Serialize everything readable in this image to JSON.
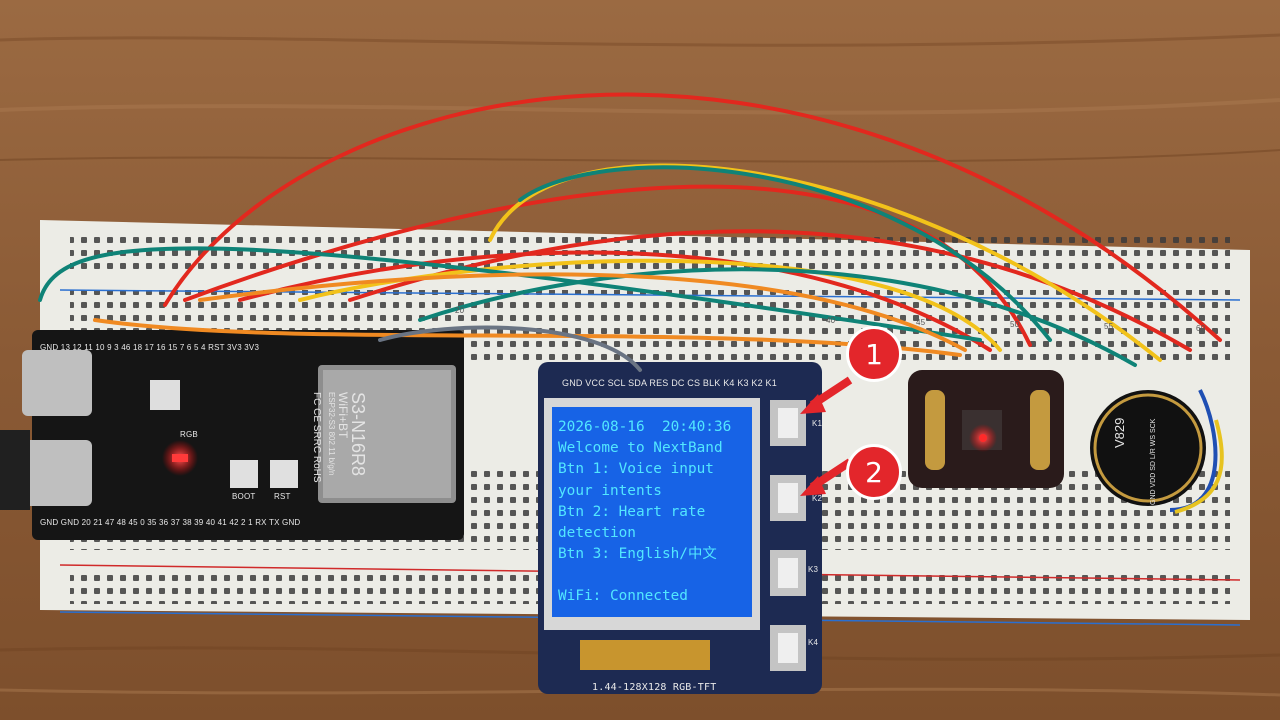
{
  "esp32": {
    "module_brand": "S3-N16R8",
    "module_wifi": "WiFi+BT",
    "module_spec": "ESP32-S3 802.11 b/g/n",
    "module_cert": "FC CE SRRC RoHS",
    "label_rgb": "RGB",
    "label_boot": "BOOT",
    "label_rst": "RST",
    "pins_top": "GND 13 12 11 10 9 3 46 18 17 16 15 7 6 5 4 RST 3V3 3V3",
    "pins_bottom": "GND GND 20 21 47 48 45 0 35 36 37 38 39 40 41 42 2 1 RX TX GND"
  },
  "tft": {
    "pin_header": "GND VCC SCL SDA RES DC CS BLK K4 K3 K2 K1",
    "model_label": "1.44-128X128 RGB-TFT",
    "keys": [
      "K1",
      "K2",
      "K3",
      "K4"
    ],
    "screen": {
      "datetime": "2026-08-16  20:40:36",
      "welcome": "Welcome to NextBand",
      "btn1_line1": "Btn 1: Voice input",
      "btn1_line2": "your intents",
      "btn2_line1": "Btn 2: Heart rate",
      "btn2_line2": "detection",
      "btn3": "Btn 3: English/中文",
      "wifi": "WiFi: Connected"
    }
  },
  "annotations": {
    "marker_1": "1",
    "marker_2": "2",
    "marker_color": "#e3262b"
  },
  "mic_module": {
    "chip_label": "V829",
    "pins": "GND VDD SD L/R WS SCK"
  },
  "breadboard": {
    "column_labels": [
      "20",
      "40",
      "45",
      "50",
      "55",
      "60"
    ]
  },
  "colors": {
    "wire_red": "#e2281e",
    "wire_yellow": "#f2c21a",
    "wire_teal": "#0f8377",
    "wire_orange": "#f08a22",
    "screen_bg": "#1763e6",
    "screen_text": "#52e7ff"
  }
}
